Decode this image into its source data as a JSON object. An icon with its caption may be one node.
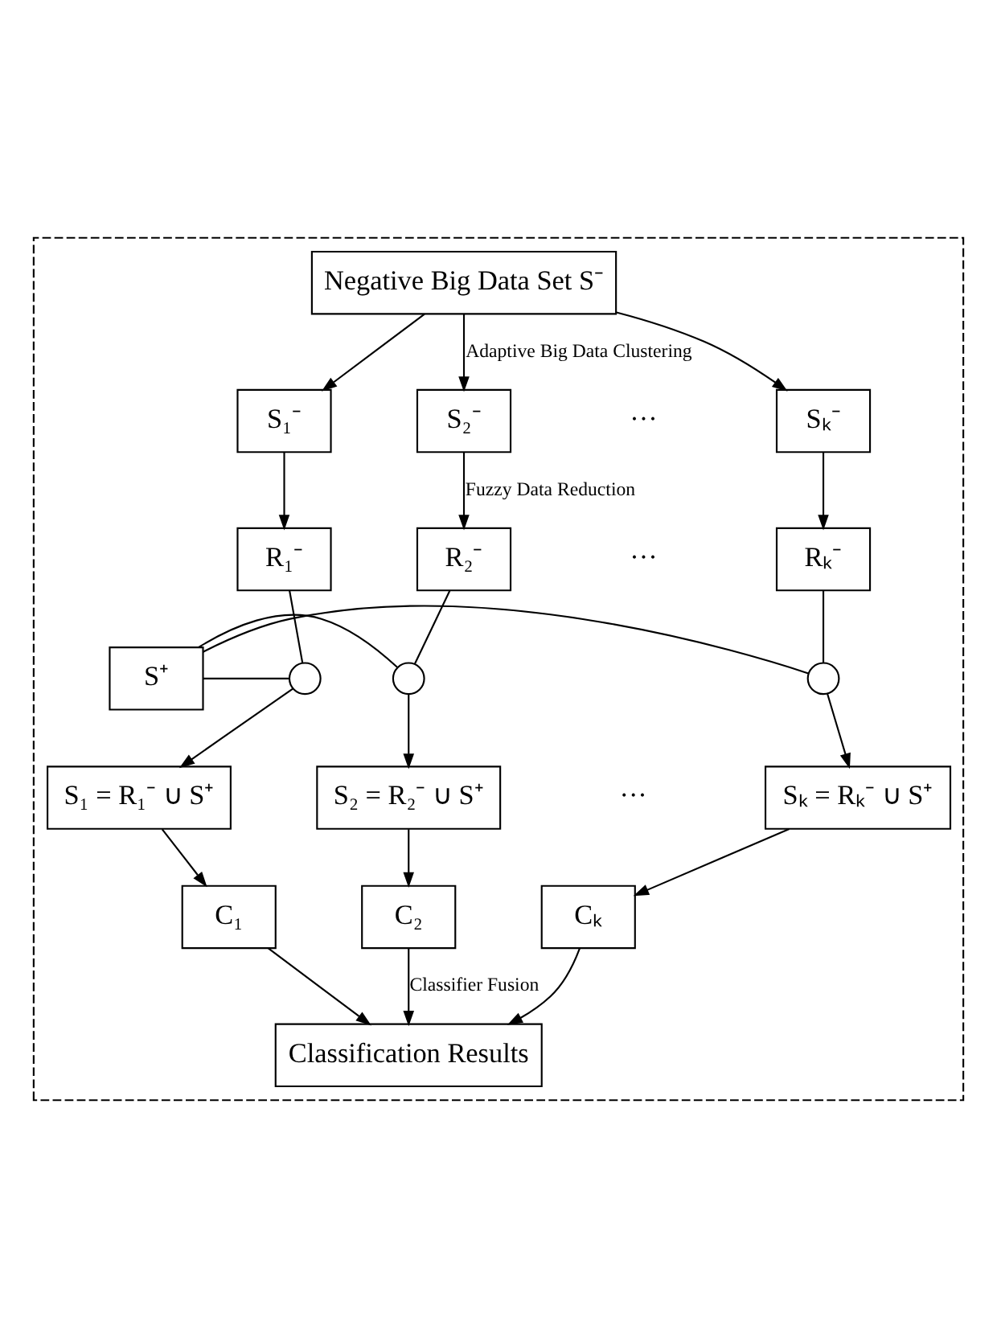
{
  "diagram": {
    "nodes": [
      {
        "text": [],
        "shape": "box"
      },
      {
        "text": [
          "Negative Big Data Set S⁻"
        ],
        "in": 0
      },
      {
        "text": [
          "S₁⁻"
        ],
        "in": 0
      },
      {
        "text": [
          "S₂⁻"
        ],
        "in": 0
      },
      {
        "text": [
          "Sₖ⁻"
        ],
        "in": 0
      },
      {
        "text": [
          "R₁⁻"
        ],
        "in": 0
      },
      {
        "text": [
          "R₂⁻"
        ],
        "in": 0
      },
      {
        "text": [
          "Rₖ⁻"
        ],
        "in": 0
      },
      {
        "text": [
          "S⁺"
        ],
        "in": 0
      },
      {
        "text": [],
        "shape": "circle",
        "in": 0
      },
      {
        "text": [],
        "shape": "circle",
        "in": 0
      },
      {
        "text": [],
        "shape": "circle",
        "in": 0
      },
      {
        "text": [
          "S₁ = R₁⁻ ∪ S⁺"
        ],
        "in": 0
      },
      {
        "text": [
          "S₂ = R₂⁻ ∪ S⁺"
        ],
        "in": 0
      },
      {
        "text": [
          "Sₖ = Rₖ⁻ ∪ S⁺"
        ],
        "in": 0
      },
      {
        "text": [
          "C₁"
        ],
        "in": 0
      },
      {
        "text": [
          "C₂"
        ],
        "in": 0
      },
      {
        "text": [
          "Cₖ"
        ],
        "in": 0
      },
      {
        "text": [
          "Classification Results"
        ],
        "in": 0
      }
    ],
    "edges": [
      {
        "from": 1,
        "to": 2,
        "arrow": "to"
      },
      {
        "from": 1,
        "to": 3,
        "arrow": "to",
        "label": "Adaptive Big Data Clustering"
      },
      {
        "from": 1,
        "to": 4,
        "arrow": "to"
      },
      {
        "from": 2,
        "to": 5,
        "arrow": "to"
      },
      {
        "from": 3,
        "to": 6,
        "arrow": "to",
        "label": "Fuzzy Data Reduction"
      },
      {
        "from": 4,
        "to": 7,
        "arrow": "to"
      },
      {
        "from": 5,
        "to": 9,
        "arrow": "none"
      },
      {
        "from": 6,
        "to": 10,
        "arrow": "none"
      },
      {
        "from": 7,
        "to": 11,
        "arrow": "none"
      },
      {
        "from": 8,
        "to": 9,
        "arrow": "none"
      },
      {
        "from": 8,
        "to": 10,
        "arrow": "none"
      },
      {
        "from": 8,
        "to": 11,
        "arrow": "none"
      },
      {
        "from": 9,
        "to": 12,
        "arrow": "to"
      },
      {
        "from": 10,
        "to": 13,
        "arrow": "to"
      },
      {
        "from": 11,
        "to": 14,
        "arrow": "to"
      },
      {
        "from": 12,
        "to": 15,
        "arrow": "to"
      },
      {
        "from": 13,
        "to": 16,
        "arrow": "to"
      },
      {
        "from": 14,
        "to": 17,
        "arrow": "to"
      },
      {
        "from": 15,
        "to": 18,
        "arrow": "to"
      },
      {
        "from": 16,
        "to": 18,
        "arrow": "to",
        "label": "Classifier Fusion"
      },
      {
        "from": 17,
        "to": 18,
        "arrow": "to"
      }
    ],
    "labels": [
      "···",
      "···",
      "···"
    ]
  }
}
